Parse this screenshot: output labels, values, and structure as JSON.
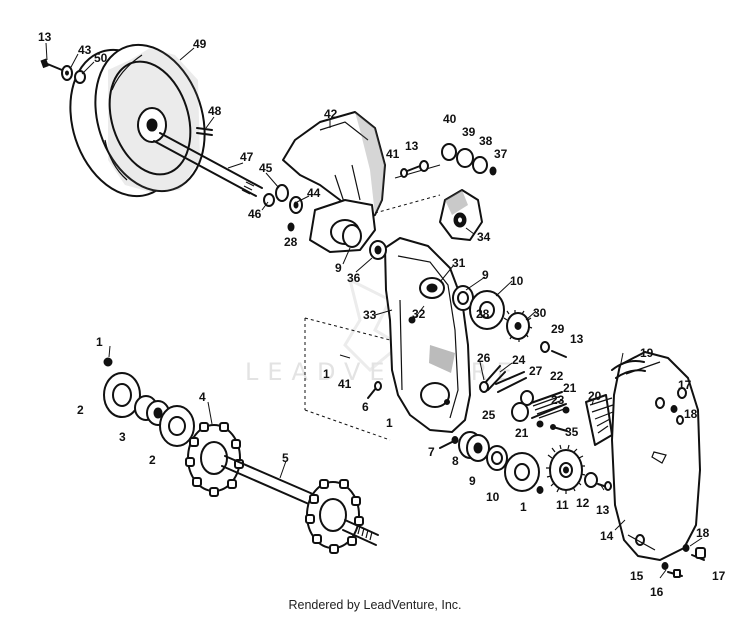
{
  "watermark": {
    "brand": "LEADVENTURE"
  },
  "footer": {
    "credit": "Rendered by LeadVenture, Inc."
  },
  "callouts": [
    "13",
    "43",
    "50",
    "49",
    "48",
    "47",
    "42",
    "41",
    "13",
    "40",
    "39",
    "38",
    "37",
    "45",
    "44",
    "46",
    "28",
    "34",
    "9",
    "36",
    "31",
    "9",
    "10",
    "33",
    "32",
    "30",
    "28",
    "29",
    "13",
    "1",
    "1",
    "41",
    "26",
    "24",
    "27",
    "22",
    "21",
    "23",
    "6",
    "1",
    "25",
    "21",
    "35",
    "19",
    "17",
    "20",
    "18",
    "2",
    "4",
    "3",
    "2",
    "5",
    "7",
    "8",
    "9",
    "10",
    "1",
    "11",
    "12",
    "13",
    "14",
    "18",
    "17",
    "15",
    "16"
  ]
}
